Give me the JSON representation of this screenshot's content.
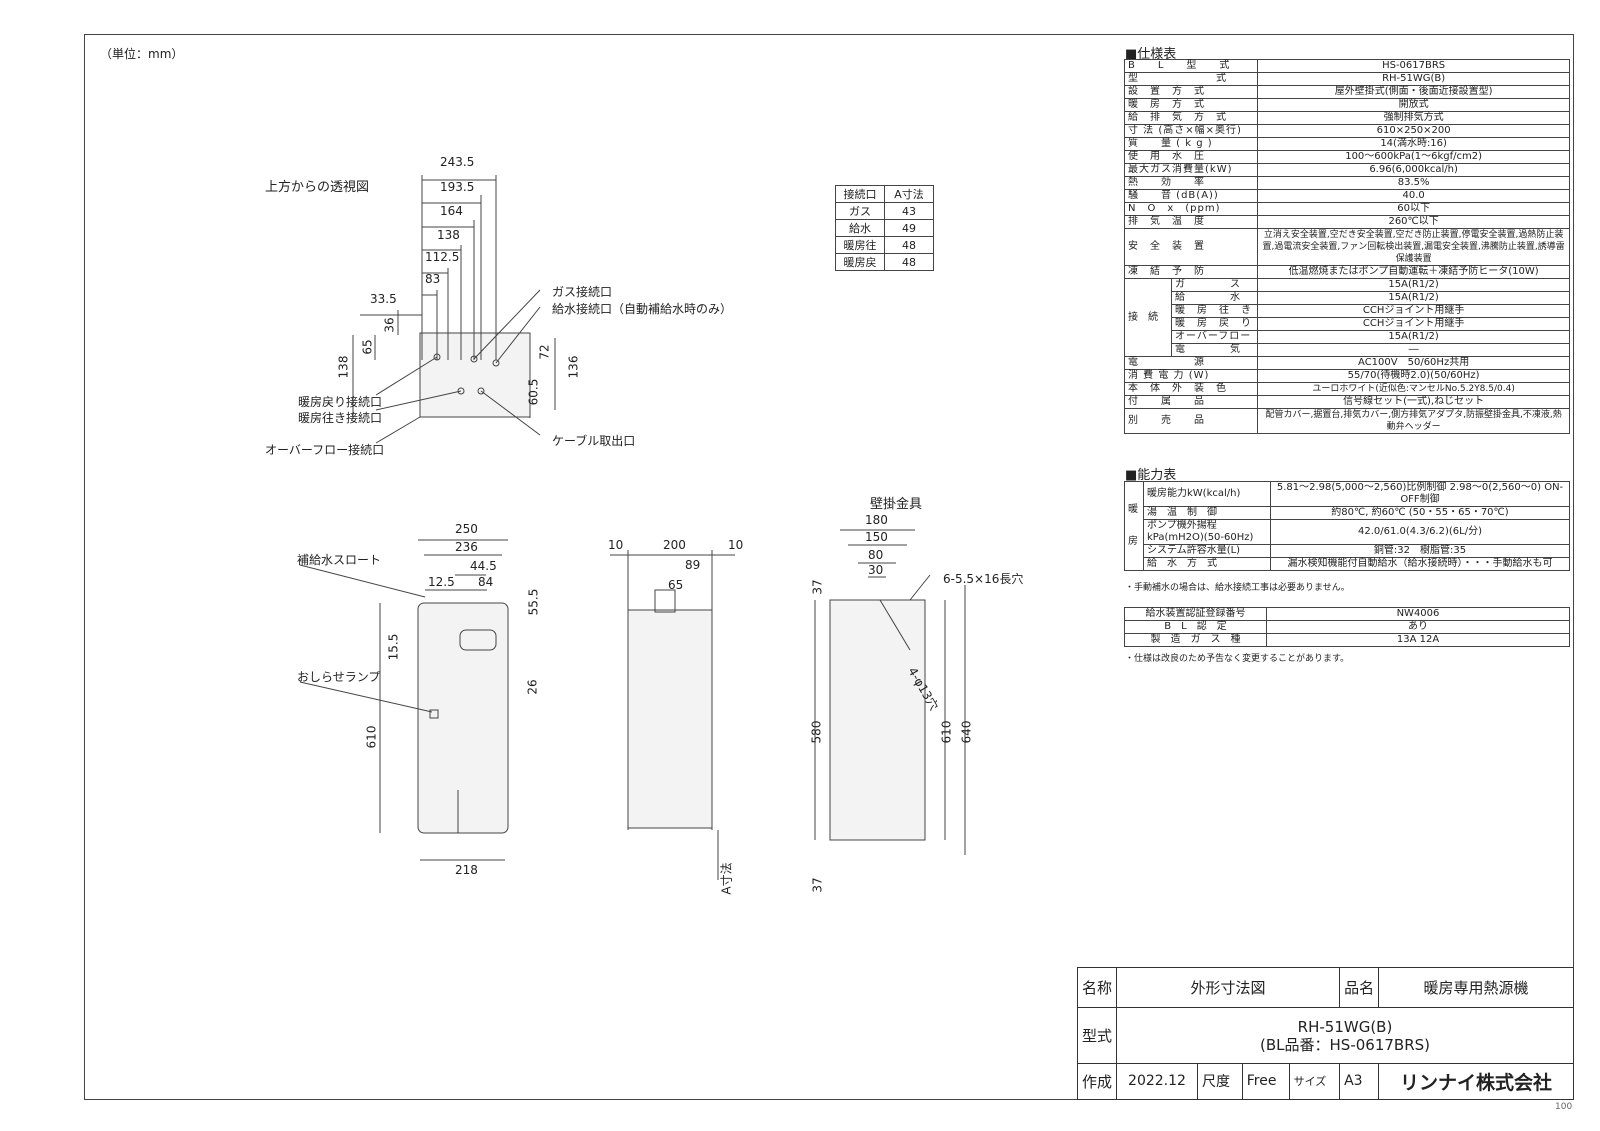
{
  "unit_note": "（単位：mm）",
  "top_view": {
    "title": "上方からの透視図",
    "dims": [
      "243.5",
      "193.5",
      "164",
      "138",
      "112.5",
      "83",
      "33.5",
      "36",
      "65",
      "138",
      "72",
      "136",
      "60.5"
    ],
    "labels": {
      "gas": "ガス接続口",
      "water": "給水接続口（自動補給水時のみ）",
      "return": "暖房戻り接続口",
      "supply": "暖房往き接続口",
      "cable": "ケーブル取出口",
      "overflow": "オーバーフロー接続口"
    }
  },
  "a_table": {
    "headers": [
      "接続口",
      "A寸法"
    ],
    "rows": [
      [
        "ガス",
        "43"
      ],
      [
        "給水",
        "49"
      ],
      [
        "暖房往",
        "48"
      ],
      [
        "暖房戻",
        "48"
      ]
    ]
  },
  "front_view": {
    "dims": [
      "250",
      "236",
      "44.5",
      "12.5",
      "84",
      "55.5",
      "15.5",
      "26",
      "610",
      "218"
    ],
    "labels": {
      "funnel": "補給水スロート",
      "lamp": "おしらせランプ"
    }
  },
  "side_view": {
    "dims": [
      "10",
      "200",
      "10",
      "89",
      "65"
    ],
    "a_label": "A寸法"
  },
  "wall_view": {
    "title": "壁掛金具",
    "dims": [
      "180",
      "150",
      "80",
      "30",
      "37",
      "580",
      "610",
      "640",
      "37"
    ],
    "holes": "6-5.5×16長穴",
    "hole2": "4-φ13穴"
  },
  "spec_title": "■仕様表",
  "spec": [
    {
      "label": "B　　L　　型　　式",
      "value": "HS-0617BRS"
    },
    {
      "label": "型　　　　　　　式",
      "value": "RH-51WG(B)"
    },
    {
      "label": "設　置　方　式",
      "value": "屋外壁掛式(側面・後面近接設置型)"
    },
    {
      "label": "暖　房　方　式",
      "value": "開放式"
    },
    {
      "label": "給　排　気　方　式",
      "value": "強制排気方式"
    },
    {
      "label": "寸 法 (高さ×幅×奥行)",
      "value": "610×250×200"
    },
    {
      "label": "質　　量 ( k g )",
      "value": "14(満水時:16)"
    },
    {
      "label": "使　用　水　圧",
      "value": "100～600kPa(1～6kgf/cm2)"
    },
    {
      "label": "最大ガス消費量(kW)",
      "value": "6.96(6,000kcal/h)"
    },
    {
      "label": "熱　　効　　率",
      "value": "83.5%"
    },
    {
      "label": "騒　　音 (dB(A))",
      "value": "40.0"
    },
    {
      "label": "N　O　x　(ppm)",
      "value": "60以下"
    },
    {
      "label": "排　気　温　度",
      "value": "260℃以下"
    },
    {
      "label": "安　全　装　置",
      "value": "立消え安全装置,空だき安全装置,空だき防止装置,停電安全装置,過熱防止装置,過電流安全装置,ファン回転検出装置,漏電安全装置,沸騰防止装置,誘導雷保護装置"
    },
    {
      "label": "凍　結　予　防",
      "value": "低温燃焼またはポンプ自動運転＋凍結予防ヒータ(10W)"
    }
  ],
  "connection_label": "接　続",
  "connections": [
    {
      "label": "ガ　　　　ス",
      "value": "15A(R1/2)"
    },
    {
      "label": "給　　　　水",
      "value": "15A(R1/2)"
    },
    {
      "label": "暖　房　往　き",
      "value": "CCHジョイント用継手"
    },
    {
      "label": "暖　房　戻　り",
      "value": "CCHジョイント用継手"
    },
    {
      "label": "オーバーフロー",
      "value": "15A(R1/2)"
    },
    {
      "label": "電　　　　気",
      "value": "―"
    }
  ],
  "spec2": [
    {
      "label": "電　　　　　源",
      "value": "AC100V　50/60Hz共用"
    },
    {
      "label": "消 費 電 力 (W)",
      "value": "55/70(待機時2.0)(50/60Hz)"
    },
    {
      "label": "本　体　外　装　色",
      "value": "ユーロホワイト(近似色:マンセルNo.5.2Y8.5/0.4)"
    },
    {
      "label": "付　　属　　品",
      "value": "信号線セット(一式),ねじセット"
    },
    {
      "label": "別　　売　　品",
      "value": "配管カバー,据置台,排気カバー,側方排気アダプタ,防振壁掛金具,不凍液,熱動弁ヘッダー"
    }
  ],
  "perf_title": "■能力表",
  "perf": {
    "group1": "暖",
    "group2": "房",
    "rows": [
      {
        "label": "暖房能力kW(kcal/h)",
        "value": "5.81～2.98(5,000～2,560)比例制御 2.98～0(2,560～0) ON-OFF制御"
      },
      {
        "label": "湯　温　制　御",
        "value": "約80℃, 約60℃ (50・55・65・70℃)"
      },
      {
        "label": "ポンプ機外揚程 kPa(mH2O)(50-60Hz)",
        "value": "42.0/61.0(4.3/6.2)(6L/分)"
      },
      {
        "label": "システム許容水量(L)",
        "value": "銅管:32　樹脂管:35"
      },
      {
        "label": "給　水　方　式",
        "value": "漏水検知機能付自動給水（給水接続時）・・・手動給水も可"
      }
    ]
  },
  "perf_note": "・手動補水の場合は、給水接続工事は必要ありません。",
  "cert": [
    {
      "label": "給水装置認証登録番号",
      "value": "NW4006"
    },
    {
      "label": "B　L　認　定",
      "value": "あり"
    },
    {
      "label": "製　造　ガ　ス　種",
      "value": "13A 12A"
    }
  ],
  "cert_note": "・仕様は改良のため予告なく変更することがあります。",
  "title_block": {
    "name_label": "名称",
    "name": "外形寸法図",
    "product_label": "品名",
    "product": "暖房専用熱源機",
    "model_label": "型式",
    "model": "RH-51WG(B)",
    "bl": "(BL品番：HS-0617BRS)",
    "made_label": "作成",
    "date": "2022.12",
    "scale_label": "尺度",
    "scale": "Free",
    "size_label": "サイズ",
    "size": "A3",
    "company": "リンナイ株式会社"
  },
  "page_num": "100"
}
